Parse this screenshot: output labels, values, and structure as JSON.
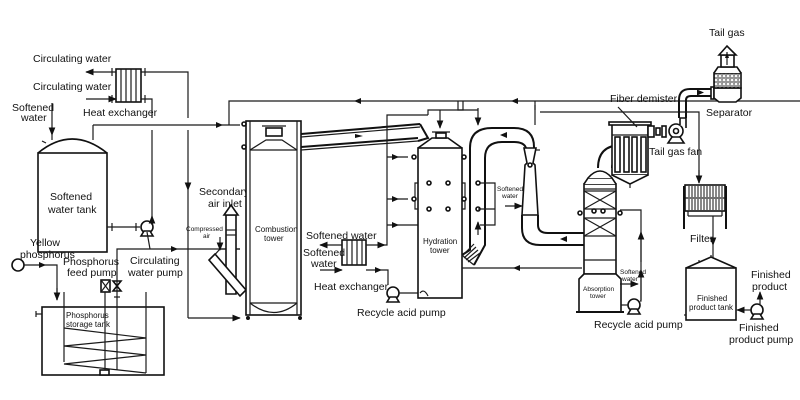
{
  "title": "Yellow phosphorus to phosphoric acid process flow diagram",
  "labels": {
    "circulating_water_out": "Circulating water",
    "circulating_water_in": "Circulating water",
    "softened_water_top": [
      "Softened",
      "water"
    ],
    "heat_exchanger_top": "Heat exchanger",
    "softened_water_tank": [
      "Softened",
      "water tank"
    ],
    "yellow_phosphorus": [
      "Yellow",
      "phosphorus"
    ],
    "phosphorus_feed_pump": [
      "Phosphorus",
      "feed pump"
    ],
    "circulating_water_pump": [
      "Circulating",
      "water pump"
    ],
    "phosphorus_storage_tank": [
      "Phosphorus",
      "storage tank"
    ],
    "secondary_air_inlet": [
      "Secondary",
      "air inlet"
    ],
    "compressed_air": [
      "Compressed",
      "air"
    ],
    "combustion_tower": [
      "Combustion",
      "tower"
    ],
    "softened_water_mid_out": "Softened water",
    "softened_water_mid_in": [
      "Softened",
      "water"
    ],
    "heat_exchanger_mid": "Heat exchanger",
    "recycle_acid_pump_mid": "Recycle acid pump",
    "hydration_tower": [
      "Hydration",
      "tower"
    ],
    "softened_water_venturi": [
      "Softened",
      "water"
    ],
    "fiber_demister": "Fiber demister",
    "tail_gas": "Tail gas",
    "separator": "Separator",
    "tail_gas_fan": "Tail gas fan",
    "absorption_tower": [
      "Absorption",
      "tower"
    ],
    "softened_water_absorption": [
      "Softened",
      "water"
    ],
    "recycle_acid_pump_right": "Recycle acid pump",
    "filter": "Filter",
    "finished_product_tank": [
      "Finished",
      "product tank"
    ],
    "finished_product": [
      "Finished",
      "product"
    ],
    "finished_product_pump": [
      "Finished",
      "product pump"
    ]
  }
}
